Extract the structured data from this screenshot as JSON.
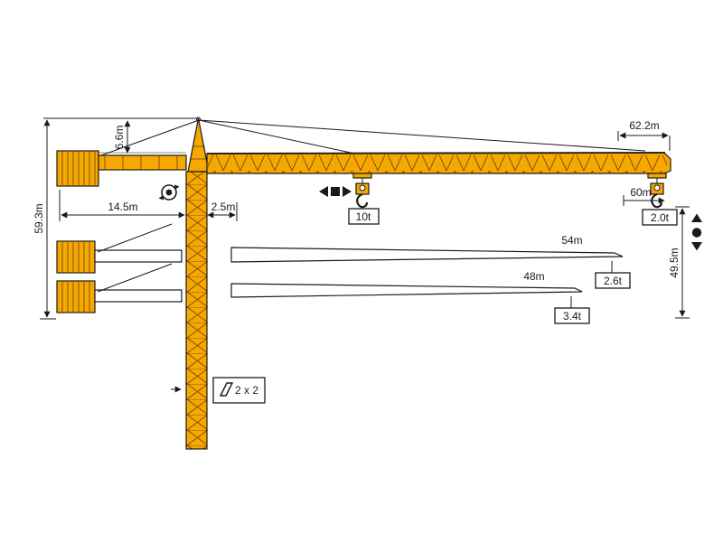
{
  "colors": {
    "crane_yellow": "#F6A800",
    "line": "#1A1A1A",
    "background": "#FFFFFF"
  },
  "dimensions": {
    "total_height": "59.3m",
    "tower_head_height": "6.6m",
    "counter_jib_radius": "14.5m",
    "min_radius": "2.5m",
    "jib_length_max": "62.2m",
    "tip_radius": "60m",
    "hook_height": "49.5m"
  },
  "loads": {
    "max_capacity": "10t",
    "tip_load_60m": "2.0t"
  },
  "jib_variants": [
    {
      "length": "54m",
      "tip_load": "2.6t"
    },
    {
      "length": "48m",
      "tip_load": "3.4t"
    }
  ],
  "reeving_label": "2 x 2",
  "icons": {
    "slewing": "slewing-rotation-icon",
    "trolley": "trolley-travel-icon",
    "hoist": "hoist-up-down-icon"
  }
}
